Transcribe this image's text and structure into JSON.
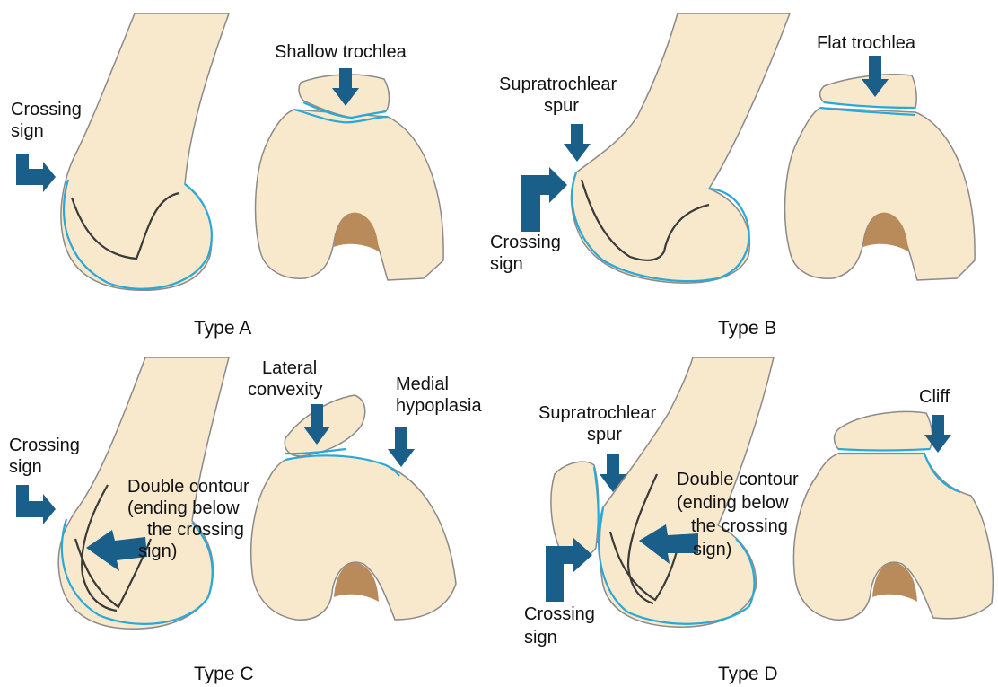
{
  "panels": {
    "a": {
      "caption": "Type A",
      "crossing": [
        "Crossing",
        "sign"
      ],
      "trochlea": "Shallow trochlea"
    },
    "b": {
      "caption": "Type B",
      "spur": [
        "Supratrochlear",
        "spur"
      ],
      "crossing": [
        "Crossing",
        "sign"
      ],
      "trochlea": "Flat trochlea"
    },
    "c": {
      "caption": "Type C",
      "crossing": [
        "Crossing",
        "sign"
      ],
      "lateral": [
        "Lateral",
        "convexity"
      ],
      "medial": [
        "Medial",
        "hypoplasia"
      ],
      "double": [
        "Double contour",
        "(ending below",
        "the crossing",
        "sign)"
      ]
    },
    "d": {
      "caption": "Type D",
      "spur": [
        "Supratrochlear",
        "spur"
      ],
      "cliff": "Cliff",
      "double": [
        "Double contour",
        "(ending below",
        "the crossing",
        "sign)"
      ],
      "crossing": [
        "Crossing",
        "sign"
      ]
    }
  },
  "colors": {
    "bone": "#f8e8cc",
    "contour": "#2aa9d8",
    "arrow": "#1a5f8a",
    "notch": "#b98a5a"
  }
}
